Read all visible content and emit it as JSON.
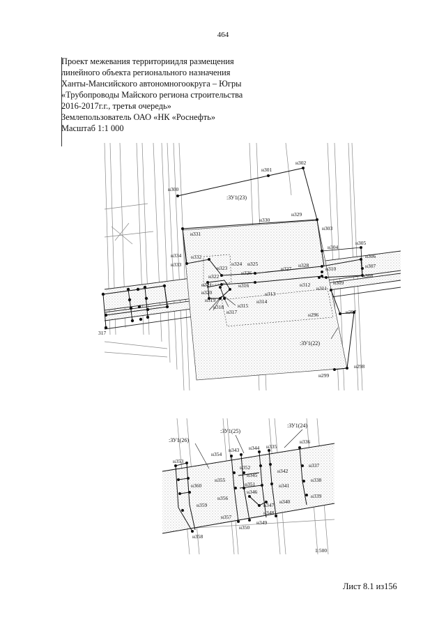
{
  "page_number": "464",
  "title_lines": [
    "Проект межевания территориидля размещения",
    "линейного объекта регионального назначения",
    "Ханты-Мансийского автономногоокруга – Югры",
    "«Трубопроводы Майского региона строительства",
    "2016-2017г.г., третья очередь»",
    "Землепользователь ОАО «НК «Роснефть»",
    "Масштаб 1:1 000"
  ],
  "zones": {
    "zu23": ":ЗУ1(23)",
    "zu22": ":ЗУ1(22)",
    "zu26": ":ЗУ1(26)",
    "zu25": ":ЗУ1(25)",
    "zu24": ":ЗУ1(24)"
  },
  "inset_scale": "1:500",
  "sheet_label": "Лист 8.1 из156",
  "points_top": [
    "н300",
    "н301",
    "н302",
    "н303",
    "н304",
    "н305",
    "н306",
    "н307",
    "н308",
    "н309",
    "н310",
    "н311",
    "н312",
    "н313",
    "н314",
    "н315",
    "н316",
    "н317",
    "н318",
    "н319",
    "н320",
    "н321",
    "н322",
    "н323",
    "н324",
    "н325",
    "н326",
    "н327",
    "н328",
    "н329",
    "н330",
    "н331",
    "н332",
    "н333",
    "н334",
    "н296",
    "н297",
    "н298",
    "н299"
  ],
  "points_bottom": [
    "н335",
    "н336",
    "н337",
    "н338",
    "н339",
    "н340",
    "н341",
    "н342",
    "н343",
    "н344",
    "н345",
    "н346",
    "н347",
    "н348",
    "н349",
    "н350",
    "н351",
    "н352",
    "н353",
    "н354",
    "н355",
    "н356",
    "н357",
    "н358",
    "н359",
    "н360"
  ]
}
